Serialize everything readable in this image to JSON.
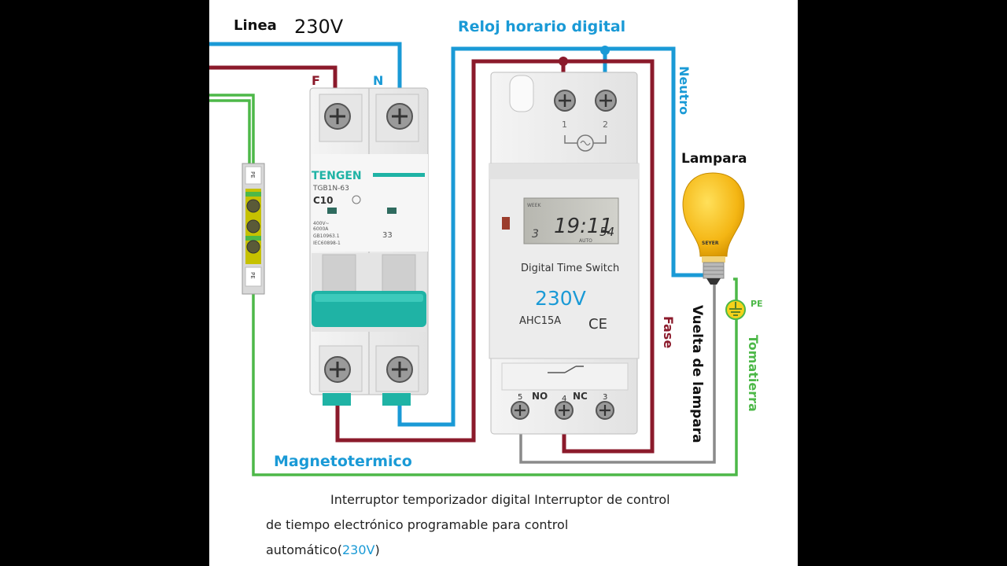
{
  "labels": {
    "linea": "Linea",
    "linea_voltage": "230V",
    "reloj": "Reloj horario digital",
    "phase_f": "F",
    "phase_n": "N",
    "neutro": "Neutro",
    "lampara": "Lampara",
    "pe_ground": "PE",
    "fase": "Fase",
    "vuelta": "Vuelta de lampara",
    "tomatierra": "Tomatierra",
    "magnetotermico": "Magnetotermico"
  },
  "breaker": {
    "brand": "TENGEN",
    "model": "TGB1N-63",
    "rating": "C10",
    "spec1": "400V~",
    "spec2": "6000A",
    "spec3": "GB10963.1",
    "spec4": "IEC60898-1",
    "spec_right": "33"
  },
  "terminal_block": {
    "top": "PE",
    "bottom": "PE"
  },
  "timer": {
    "title": "Digital Time Switch",
    "voltage": "230V",
    "model": "AHC15A",
    "ce": "CE",
    "display_time": "19:11",
    "display_seconds": "54",
    "display_day": "3",
    "display_week": "WEEK",
    "display_auto": "AUTO",
    "terminal_1": "1",
    "terminal_2": "2",
    "terminal_5": "5",
    "terminal_4": "4",
    "terminal_3": "3",
    "no": "NO",
    "nc": "NC"
  },
  "lamp": {
    "brand": "SEYER"
  },
  "caption": {
    "line1": "Interruptor temporizador digital Interruptor de control",
    "line2": "de tiempo electrónico programable para control",
    "line3_prefix": "automático(",
    "line3_voltage": "230V",
    "line3_suffix": ")"
  },
  "colors": {
    "phase": "#8b1a2b",
    "neutral": "#1a9ad6",
    "ground": "#4db848",
    "return": "#8a8a8a",
    "accent_teal": "#1fb3a5",
    "label_blue": "#1a9ad6",
    "lamp_yellow": "#f4b614"
  }
}
